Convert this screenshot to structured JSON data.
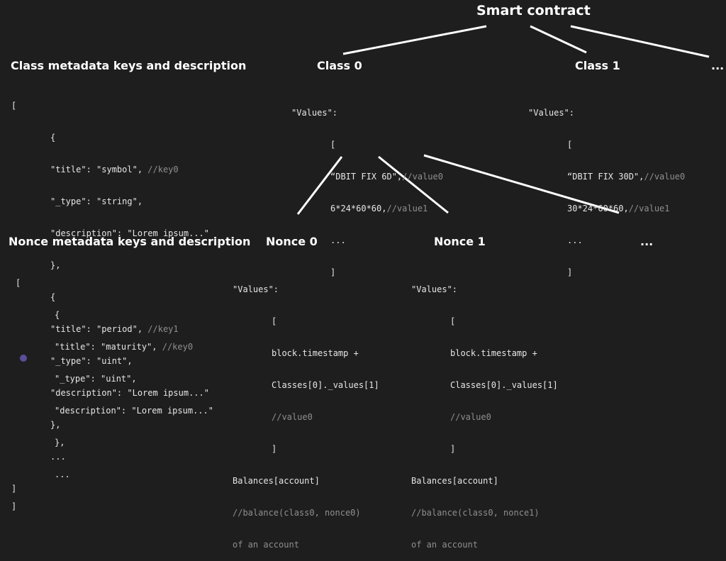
{
  "headings": {
    "smart_contract": "Smart contract",
    "class_meta": "Class metadata keys and description",
    "class0": "Class 0",
    "class1": "Class 1",
    "class_more": "...",
    "nonce_meta": "Nonce metadata keys and description",
    "nonce0": "Nonce 0",
    "nonce1": "Nonce 1",
    "nonce_more": "..."
  },
  "class_meta_code": {
    "l1": "[",
    "l2": "{",
    "l3a": "\"title\": \"symbol\", ",
    "l3b": "//key0",
    "l4": "\"_type\": \"string\",",
    "l5": "\"description\": \"Lorem ipsum...\"",
    "l6": "},",
    "l7": "{",
    "l8a": "\"title\": \"period\", ",
    "l8b": "//key1",
    "l9": "\"_type\": \"uint\",",
    "l10": "\"description\": \"Lorem ipsum...\"",
    "l11": "},",
    "l12": "...",
    "l13": "]"
  },
  "class0_code": {
    "l1": "\"Values\":",
    "l2": "[",
    "l3a": "“DBIT FIX 6D\",",
    "l3b": "//value0",
    "l4a": "6*24*60*60,",
    "l4b": "//value1",
    "l5": "...",
    "l6": "]"
  },
  "class1_code": {
    "l1": "\"Values\":",
    "l2": "[",
    "l3a": "“DBIT FIX 30D\",",
    "l3b": "//value0",
    "l4a": "30*24*60*60,",
    "l4b": "//value1",
    "l5": "...",
    "l6": "]"
  },
  "nonce_meta_code": {
    "l1": "[",
    "l2": "{",
    "l3a": "\"title\": \"maturity\", ",
    "l3b": "//key0",
    "l4": "\"_type\": \"uint\",",
    "l5": "\"description\": \"Lorem ipsum...\"",
    "l6": "},",
    "l7": "...",
    "l8": "]"
  },
  "nonce0_code": {
    "l1": "\"Values\":",
    "l2": "[",
    "l3": "block.timestamp +",
    "l4": "Classes[0]._values[1]",
    "l5": "//value0",
    "l6": "]",
    "l7": "Balances[account]",
    "l8": "//balance(class0, nonce0)",
    "l9": "of an account"
  },
  "nonce1_code": {
    "l1": "\"Values\":",
    "l2": "[",
    "l3": "block.timestamp +",
    "l4": "Classes[0]._values[1]",
    "l5": "//value0",
    "l6": "]",
    "l7": "Balances[account]",
    "l8": "//balance(class0, nonce1)",
    "l9": "of an account"
  },
  "colors": {
    "background": "#1e1e1e",
    "text": "#ffffff",
    "comment": "#8f8f8f",
    "line": "#ffffff"
  }
}
